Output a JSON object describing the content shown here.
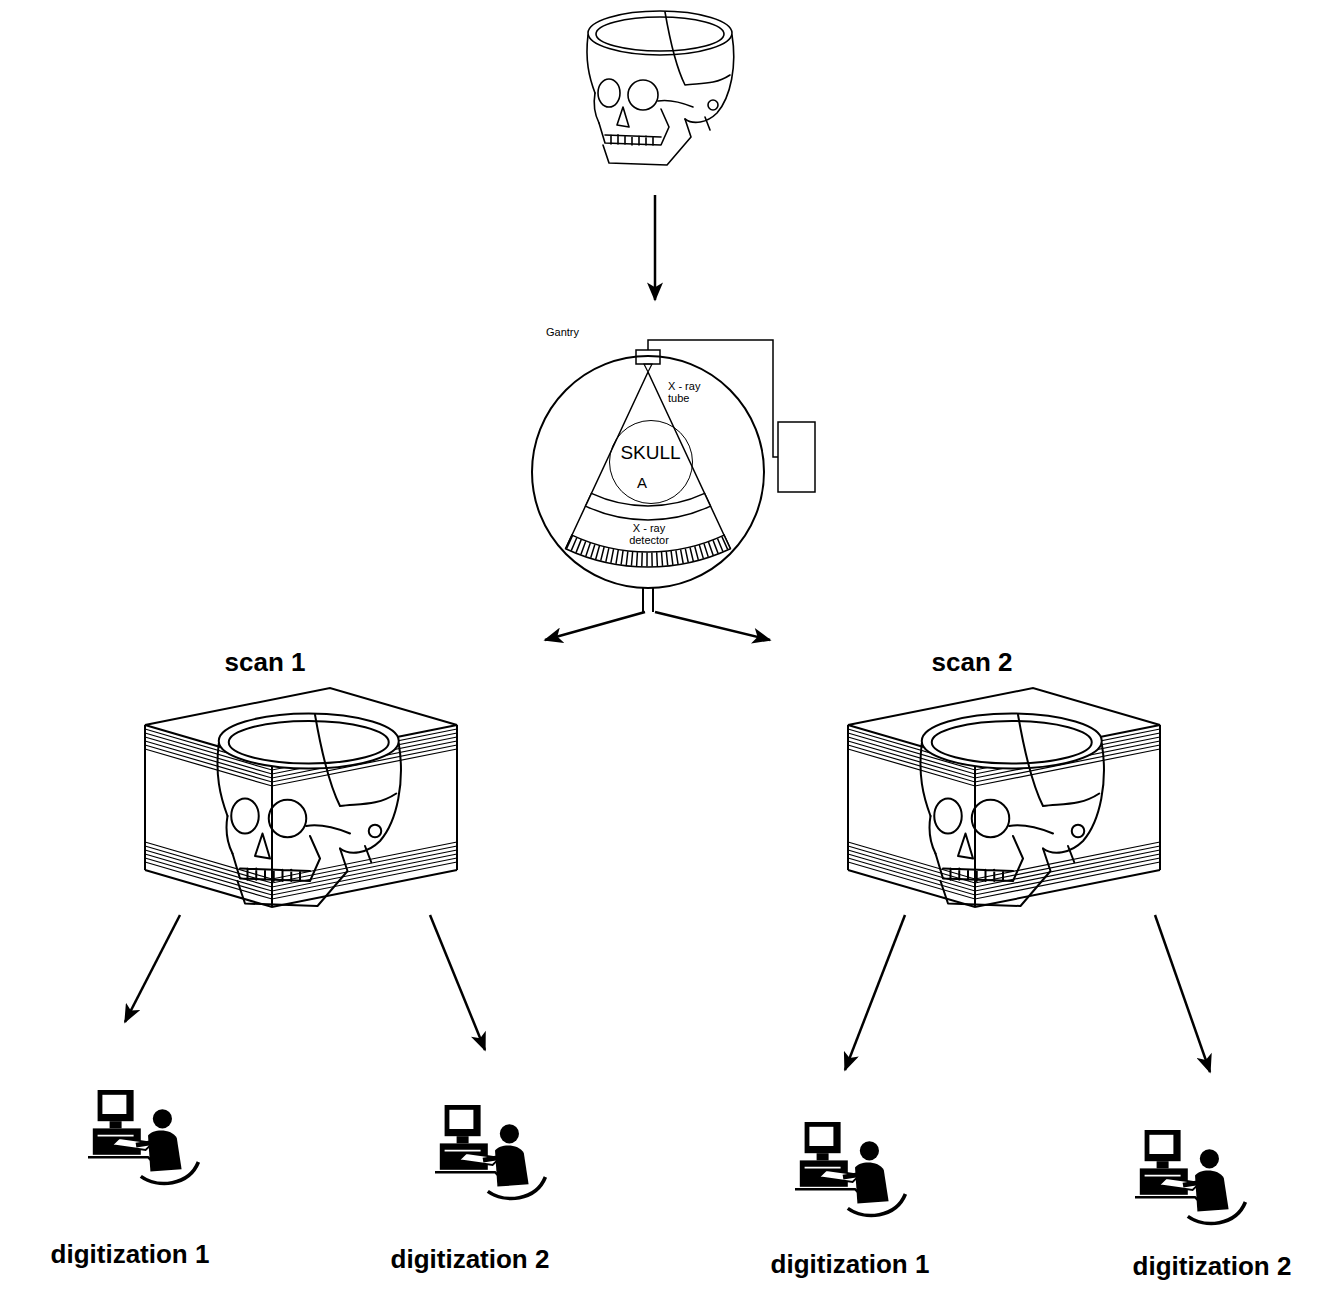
{
  "diagram": {
    "nodes": [
      {
        "text": [
          "Gantry",
          "X - ray tube",
          "X - ray detector"
        ]
      },
      {
        "text": [
          "SKULL",
          "A"
        ],
        "in": 0
      },
      {
        "text": [
          "scan 1"
        ]
      },
      {
        "text": [
          "scan 2"
        ]
      },
      {
        "text": [
          "digitization 1"
        ]
      },
      {
        "text": [
          "digitization 2"
        ]
      },
      {
        "text": [
          "digitization 1"
        ]
      },
      {
        "text": [
          "digitization 2"
        ]
      }
    ],
    "edges": [
      {
        "from": 0,
        "to": 2,
        "arrow": "to"
      },
      {
        "from": 0,
        "to": 3,
        "arrow": "to"
      },
      {
        "from": 2,
        "to": 4,
        "arrow": "to"
      },
      {
        "from": 2,
        "to": 5,
        "arrow": "to"
      },
      {
        "from": 3,
        "to": 6,
        "arrow": "to"
      },
      {
        "from": 3,
        "to": 7,
        "arrow": "to"
      }
    ]
  }
}
